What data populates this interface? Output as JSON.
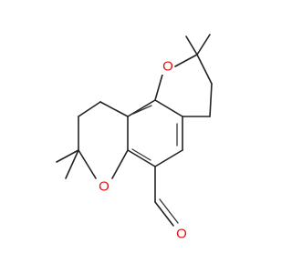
{
  "molecule": {
    "atoms": {
      "o_top": "O",
      "o_bottom": "O",
      "o_aldehyde": "O"
    },
    "colors": {
      "bond": "#222222",
      "heteroatom": "#e01010",
      "background": "#ffffff"
    }
  }
}
